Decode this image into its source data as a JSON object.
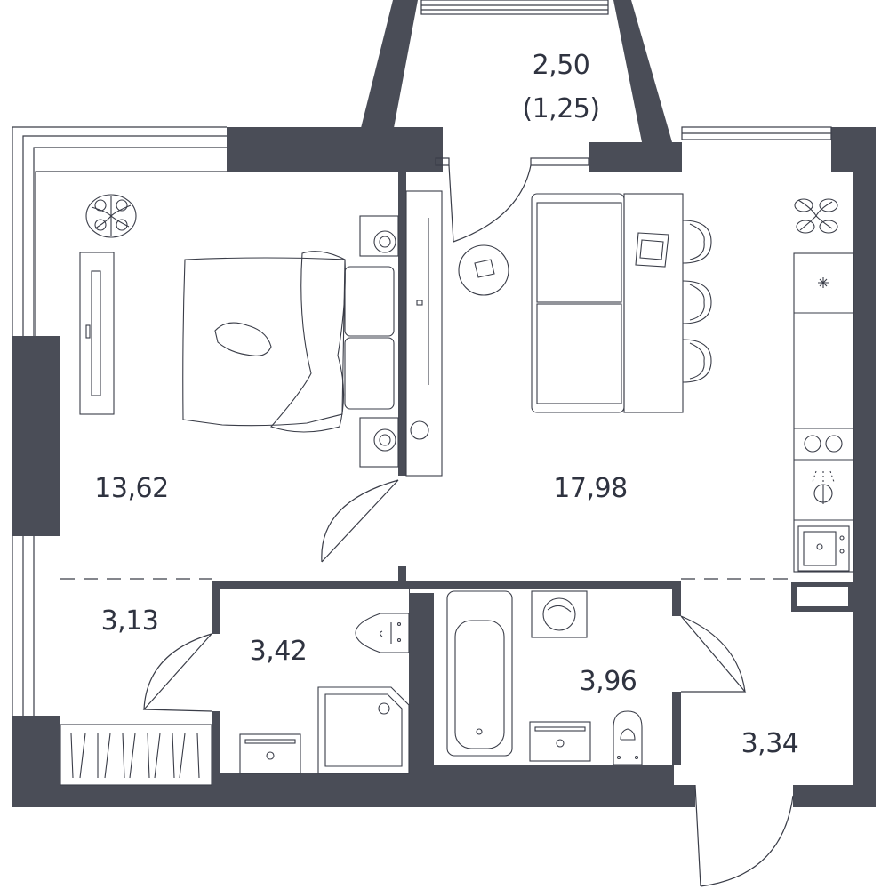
{
  "colors": {
    "wall": "#4a4d57",
    "line": "#3a3d48",
    "text": "#2f3340",
    "background": "#ffffff"
  },
  "rooms": [
    {
      "id": "balcony",
      "area": "2,50",
      "area_note": "(1,25)"
    },
    {
      "id": "bedroom",
      "area": "13,62"
    },
    {
      "id": "living-kitchen",
      "area": "17,98"
    },
    {
      "id": "wardrobe",
      "area": "3,13"
    },
    {
      "id": "toilet-shower",
      "area": "3,42"
    },
    {
      "id": "bathroom",
      "area": "3,96"
    },
    {
      "id": "hallway",
      "area": "3,34"
    }
  ],
  "furniture_icons": [
    "plant-icon",
    "bed-icon",
    "nightstand-icon",
    "tv-icon",
    "sofa-icon",
    "bar-counter-icon",
    "bar-stool-icon",
    "laptop-icon",
    "kitchen-counter-icon",
    "cooktop-icon",
    "sink-icon",
    "toilet-icon",
    "shower-tray-icon",
    "bathtub-icon",
    "washing-machine-icon",
    "wardrobe-rack-icon"
  ]
}
